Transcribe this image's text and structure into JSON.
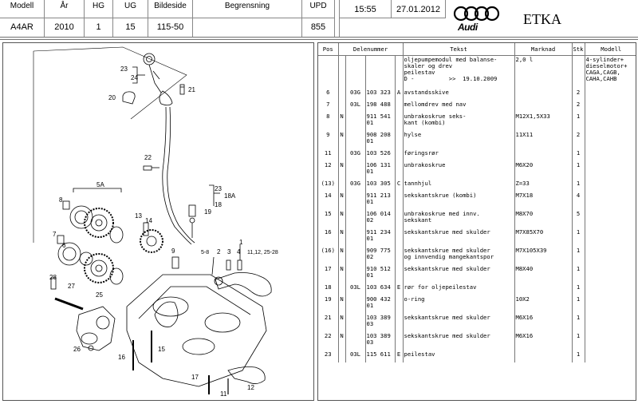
{
  "header": {
    "cols": [
      {
        "label": "Modell",
        "value": "A4AR"
      },
      {
        "label": "År",
        "value": "2010"
      },
      {
        "label": "HG",
        "value": "1"
      },
      {
        "label": "UG",
        "value": "15"
      },
      {
        "label": "Bildeside",
        "value": "115-50"
      },
      {
        "label": "Begrensning",
        "value": ""
      },
      {
        "label": "UPD",
        "value": "855"
      }
    ],
    "time": "15:55",
    "date": "27.01.2012",
    "brand": "Audi",
    "app": "ETKA"
  },
  "parts_table": {
    "columns": [
      "Pos",
      "Delenummer",
      "Tekst",
      "Marknad",
      "Stk",
      "Modell"
    ],
    "rows": [
      {
        "pos": "",
        "t": "",
        "g": "",
        "n": "",
        "s": "",
        "text": "oljepumpemodul med balanse-\nskaler og drev\npeilestav\nD -          >>  19.10.2009",
        "market": "2,0 l",
        "qty": "",
        "model": "4-sylinder+\ndieselmotor+\nCAGA,CAGB,\nCAHA,CAHB"
      },
      {
        "pos": "6",
        "t": "",
        "g": "03G",
        "n": "103 323",
        "s": "A",
        "text": "avstandsskive",
        "market": "",
        "qty": "2",
        "model": ""
      },
      {
        "pos": "7",
        "t": "",
        "g": "03L",
        "n": "198 488",
        "s": "",
        "text": "mellomdrev med nav",
        "market": "",
        "qty": "2",
        "model": ""
      },
      {
        "pos": "8",
        "t": "N",
        "g": "",
        "n": "911 541 01",
        "s": "",
        "text": "unbrakoskrue seks-\nkant (kombi)",
        "market": "M12X1,5X33",
        "qty": "1",
        "model": ""
      },
      {
        "pos": "9",
        "t": "N",
        "g": "",
        "n": "908 208 01",
        "s": "",
        "text": "hylse",
        "market": "11X11",
        "qty": "2",
        "model": ""
      },
      {
        "pos": "11",
        "t": "",
        "g": "03G",
        "n": "103 526",
        "s": "",
        "text": "føringsrør",
        "market": "",
        "qty": "1",
        "model": ""
      },
      {
        "pos": "12",
        "t": "N",
        "g": "",
        "n": "106 131 01",
        "s": "",
        "text": "unbrakoskrue",
        "market": "M6X20",
        "qty": "1",
        "model": ""
      },
      {
        "pos": "(13)",
        "t": "",
        "g": "03G",
        "n": "103 305",
        "s": "C",
        "text": "tannhjul",
        "market": "Z=33",
        "qty": "1",
        "model": ""
      },
      {
        "pos": "14",
        "t": "N",
        "g": "",
        "n": "911 213 01",
        "s": "",
        "text": "sekskantskrue (kombi)",
        "market": "M7X18",
        "qty": "4",
        "model": ""
      },
      {
        "pos": "15",
        "t": "N",
        "g": "",
        "n": "106 014 02",
        "s": "",
        "text": "unbrakoskrue med innv.\nsekskant",
        "market": "M8X70",
        "qty": "5",
        "model": ""
      },
      {
        "pos": "16",
        "t": "N",
        "g": "",
        "n": "911 234 01",
        "s": "",
        "text": "sekskantskrue med skulder",
        "market": "M7X85X70",
        "qty": "1",
        "model": ""
      },
      {
        "pos": "(16)",
        "t": "N",
        "g": "",
        "n": "909 775 02",
        "s": "",
        "text": "sekskantskrue med skulder\nog innvendig mangekantspor",
        "market": "M7X105X39",
        "qty": "1",
        "model": ""
      },
      {
        "pos": "17",
        "t": "N",
        "g": "",
        "n": "910 512 01",
        "s": "",
        "text": "sekskantskrue med skulder",
        "market": "M8X40",
        "qty": "1",
        "model": ""
      },
      {
        "pos": "18",
        "t": "",
        "g": "03L",
        "n": "103 634",
        "s": "E",
        "text": "rør for oljepeilestav",
        "market": "",
        "qty": "1",
        "model": ""
      },
      {
        "pos": "19",
        "t": "N",
        "g": "",
        "n": "900 432 01",
        "s": "",
        "text": "o-ring",
        "market": "10X2",
        "qty": "1",
        "model": ""
      },
      {
        "pos": "21",
        "t": "N",
        "g": "",
        "n": "103 389 03",
        "s": "",
        "text": "sekskantskrue med skulder",
        "market": "M6X16",
        "qty": "1",
        "model": ""
      },
      {
        "pos": "22",
        "t": "N",
        "g": "",
        "n": "103 389 03",
        "s": "",
        "text": "sekskantskrue med skulder",
        "market": "M6X16",
        "qty": "1",
        "model": ""
      },
      {
        "pos": "23",
        "t": "",
        "g": "03L",
        "n": "115 611",
        "s": "E",
        "text": "peilestav",
        "market": "",
        "qty": "1",
        "model": ""
      }
    ]
  },
  "diagram": {
    "labels": [
      "23",
      "24",
      "20",
      "21",
      "22",
      "18A",
      "23",
      "18",
      "19",
      "5A",
      "8",
      "7",
      "6",
      "13",
      "14",
      "9",
      "5-8",
      "2",
      "3",
      "4",
      "1",
      "11,12, 25-28",
      "28",
      "27",
      "25",
      "26",
      "16",
      "15",
      "17",
      "11",
      "12"
    ]
  }
}
